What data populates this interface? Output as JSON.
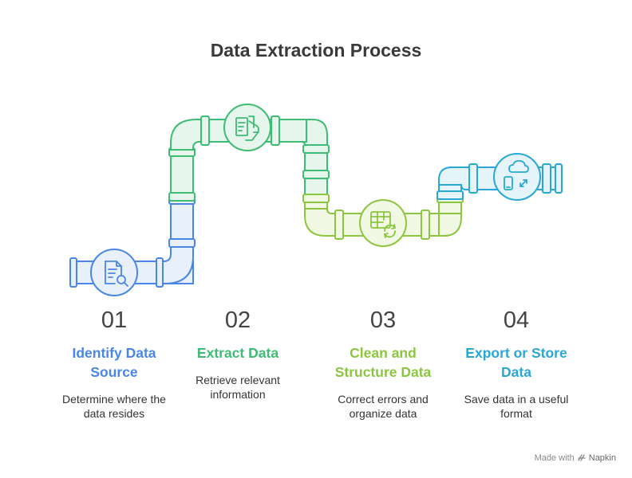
{
  "title": "Data Extraction Process",
  "steps": [
    {
      "number": "01",
      "title_lines": [
        "Identify Data",
        "Source"
      ],
      "desc_lines": [
        "Determine where the",
        "data resides"
      ],
      "color": "#4a86e8",
      "icon": "document-search-icon"
    },
    {
      "number": "02",
      "title_lines": [
        "Extract Data"
      ],
      "desc_lines": [
        "Retrieve relevant",
        "information"
      ],
      "color": "#3dbc74",
      "icon": "hand-extract-icon"
    },
    {
      "number": "03",
      "title_lines": [
        "Clean and",
        "Structure Data"
      ],
      "desc_lines": [
        "Correct errors and",
        "organize data"
      ],
      "color": "#8cc63f",
      "icon": "table-refresh-icon"
    },
    {
      "number": "04",
      "title_lines": [
        "Export or Store",
        "Data"
      ],
      "desc_lines": [
        "Save data in a useful",
        "format"
      ],
      "color": "#29a8d8",
      "icon": "cloud-device-sync-icon"
    }
  ],
  "footer": {
    "made_with": "Made with",
    "brand": "Napkin"
  }
}
